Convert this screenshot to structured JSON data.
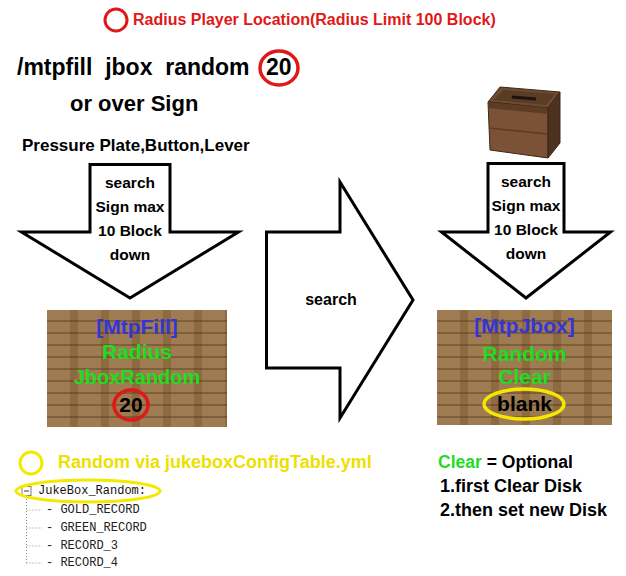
{
  "diagram": {
    "nodes": [
      {
        "text": [
          "search Sign max 10 Block down"
        ]
      },
      {
        "text": [
          "search Sign max 10 Block down"
        ]
      },
      {
        "text": [
          "search"
        ]
      },
      {
        "text": [
          "[MtpFill]",
          "Radius",
          "JboxRandom",
          "20"
        ]
      },
      {
        "text": [
          "[MtpJbox]",
          "Random",
          "Clear",
          "blank"
        ]
      }
    ],
    "labels": [
      "Radius Player Location(Radius Limit 100 Block)",
      "/mtpfill  jbox  random",
      "20",
      "or over Sign",
      "Pressure Plate,Button,Lever",
      "Random via jukeboxConfigTable.yml",
      "JukeBox_Random:",
      "- GOLD_RECORD",
      "- GREEN_RECORD",
      "- RECORD_3",
      "- RECORD_4",
      "Clear",
      "= Optional",
      "1.first Clear Disk",
      "2.then set new Disk"
    ]
  }
}
